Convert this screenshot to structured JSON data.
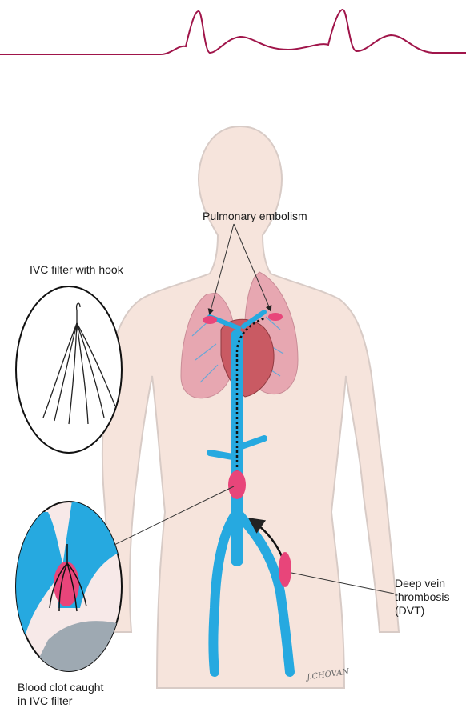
{
  "colors": {
    "ecg_line": "#a0154a",
    "vein": "#26a9e0",
    "clot": "#e8457a",
    "lung": "#e7a7b1",
    "heart": "#c95a63",
    "skin": "#f6e4dc",
    "body_outline": "#d8cbc6"
  },
  "labels": {
    "pulmonary_embolism": "Pulmonary embolism",
    "ivc_filter_with_hook": "IVC filter with hook",
    "dvt_line1": "Deep vein",
    "dvt_line2": "thrombosis",
    "dvt_line3": "(DVT)",
    "clot_line1": "Blood clot caught",
    "clot_line2": "in IVC filter"
  },
  "signature": "J.CHOVAN"
}
